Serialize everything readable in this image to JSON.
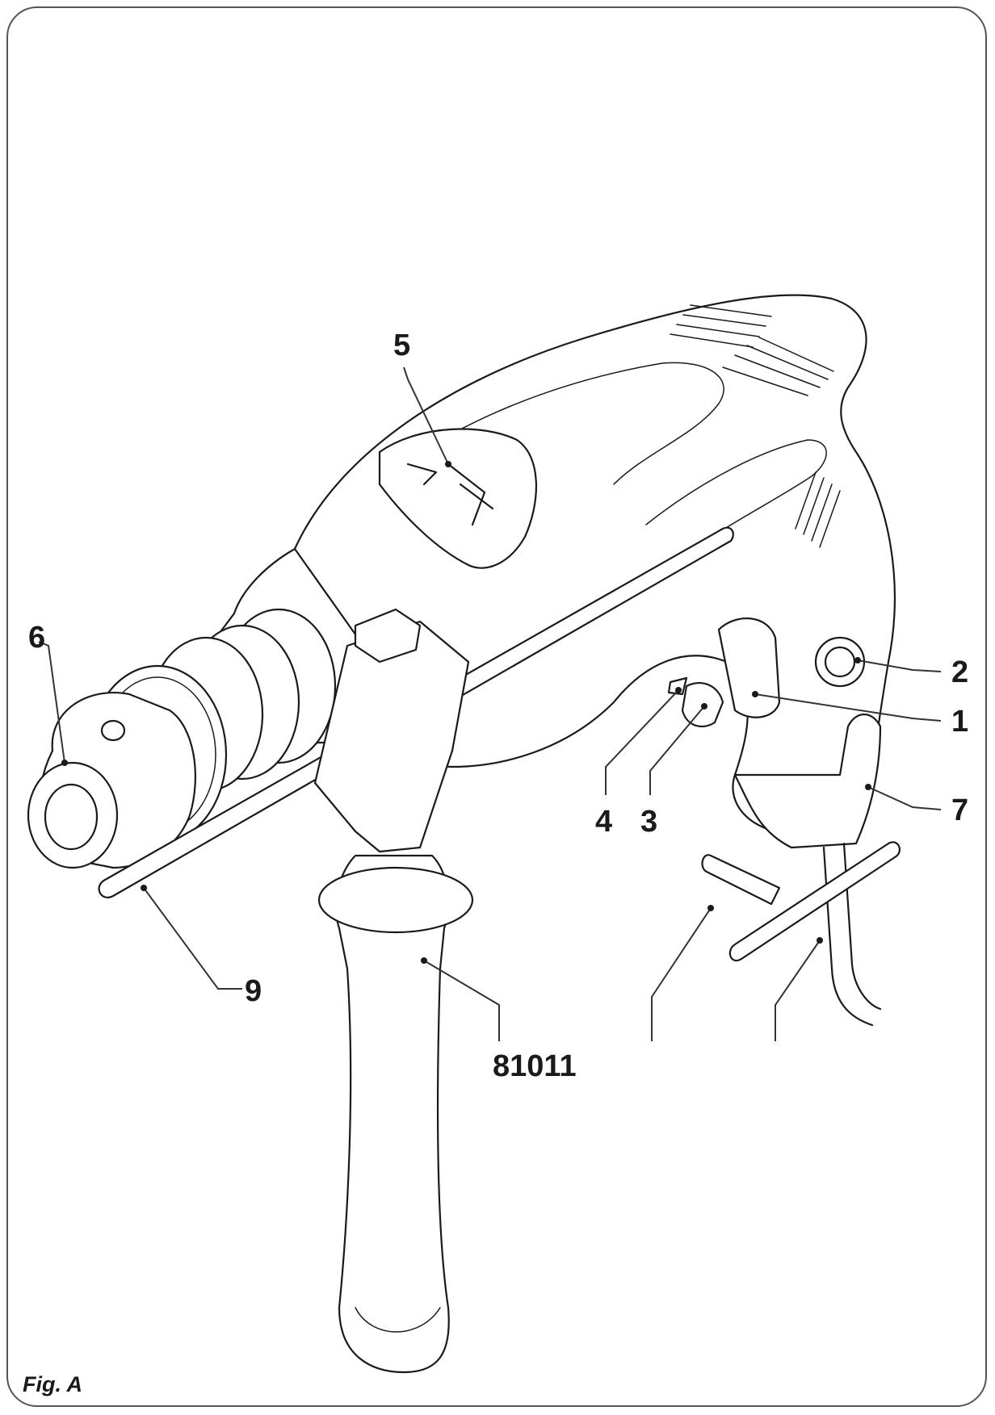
{
  "figure": {
    "caption": "Fig. A"
  },
  "callouts": [
    {
      "id": "1",
      "text": "1"
    },
    {
      "id": "2",
      "text": "2"
    },
    {
      "id": "3",
      "text": "3"
    },
    {
      "id": "4",
      "text": "4"
    },
    {
      "id": "5",
      "text": "5"
    },
    {
      "id": "6",
      "text": "6"
    },
    {
      "id": "7",
      "text": "7"
    },
    {
      "id": "81011",
      "text": "81011"
    },
    {
      "id": "9",
      "text": "9"
    }
  ],
  "colors": {
    "line": "#1a1a1a",
    "frame": "#555555",
    "background": "#ffffff"
  }
}
